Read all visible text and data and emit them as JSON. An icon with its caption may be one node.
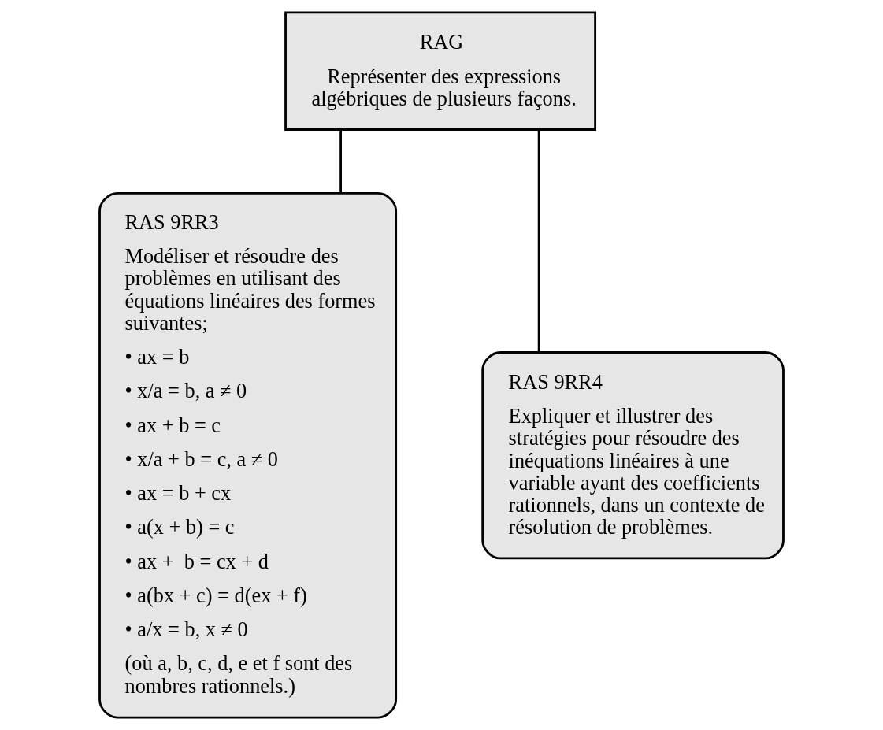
{
  "diagram": {
    "nodes": [
      {
        "text": [
          "RAG",
          "Représenter des expressions algébriques de plusieurs façons."
        ]
      },
      {
        "text": [
          "RAS 9RR3",
          "Modéliser et résoudre des problèmes en utilisant des équations linéaires des formes suivantes;",
          "• ax = b",
          "• x/a = b, a ≠ 0",
          "• ax + b = c",
          "• x/a + b = c, a ≠ 0",
          "• ax = b + cx",
          "• a(x + b) = c",
          "• ax +  b = cx + d",
          "• a(bx + c) = d(ex + f)",
          "• a/x = b, x ≠ 0",
          "(où a, b, c, d, e et f sont des nombres rationnels.)"
        ]
      },
      {
        "text": [
          "RAS 9RR4",
          "Expliquer et illustrer des stratégies pour résoudre des inéquations linéaires à une variable ayant des coefficients rationnels, dans un contexte de résolution de problèmes."
        ]
      }
    ],
    "edges": [
      {
        "from": 0,
        "to": 1,
        "arrow": "none"
      },
      {
        "from": 0,
        "to": 2,
        "arrow": "none"
      }
    ]
  }
}
